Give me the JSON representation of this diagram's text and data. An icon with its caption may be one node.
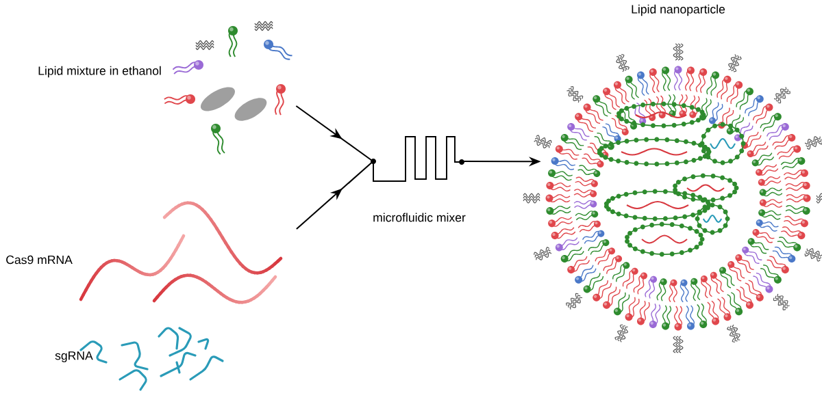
{
  "diagram": {
    "nodes": [
      {
        "text": [],
        "shape": "picture",
        "beside": [
          "Lipid mixture in ethanol"
        ]
      },
      {
        "text": [],
        "shape": "picture",
        "beside": [
          "Cas9 mRNA"
        ]
      },
      {
        "text": [],
        "shape": "picture",
        "beside": [
          "microfluidic mixer"
        ]
      },
      {
        "text": [],
        "shape": "picture",
        "beside": [
          "Lipid nanoparticle"
        ]
      }
    ],
    "edges": [
      {
        "from": 0,
        "to": 2,
        "arrow": "to"
      },
      {
        "from": 1,
        "to": 2,
        "arrow": "to"
      },
      {
        "from": 2,
        "to": 3,
        "arrow": "to"
      }
    ],
    "labels": [
      "sgRNA"
    ]
  }
}
